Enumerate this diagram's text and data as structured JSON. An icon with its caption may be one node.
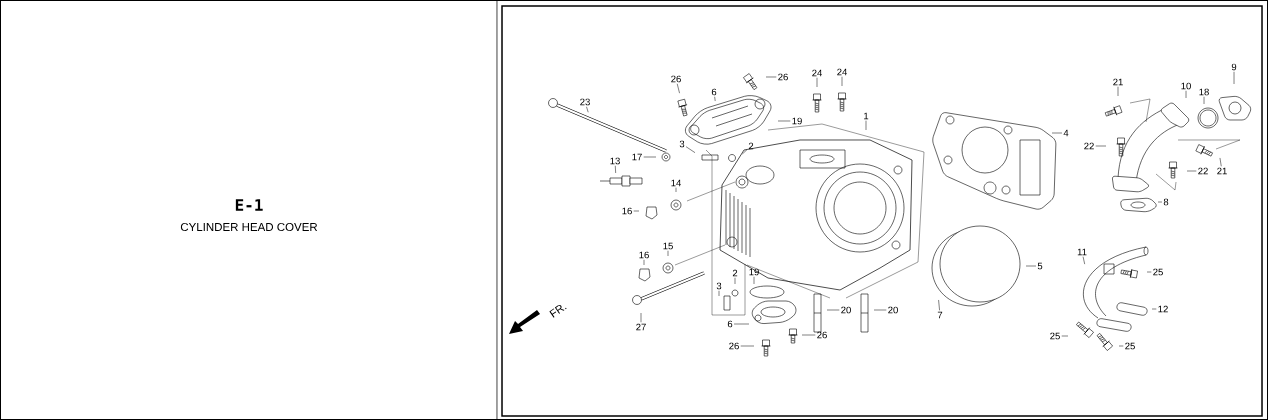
{
  "diagram": {
    "title": "E-1",
    "caption": "CYLINDER HEAD COVER",
    "nodes": [
      {
        "text": [
          "23"
        ]
      },
      {
        "text": [
          "26"
        ]
      },
      {
        "text": [
          "6"
        ]
      },
      {
        "text": [
          "26"
        ]
      },
      {
        "text": [
          "24"
        ]
      },
      {
        "text": [
          "24"
        ]
      },
      {
        "text": [
          "19"
        ]
      },
      {
        "text": [
          "1"
        ]
      },
      {
        "text": [
          "4"
        ]
      },
      {
        "text": [
          "21"
        ]
      },
      {
        "text": [
          "10"
        ]
      },
      {
        "text": [
          "18"
        ]
      },
      {
        "text": [
          "9"
        ]
      },
      {
        "text": [
          "22"
        ]
      },
      {
        "text": [
          "21"
        ]
      },
      {
        "text": [
          "22"
        ]
      },
      {
        "text": [
          "8"
        ]
      },
      {
        "text": [
          "17"
        ]
      },
      {
        "text": [
          "3"
        ]
      },
      {
        "text": [
          "2"
        ]
      },
      {
        "text": [
          "13"
        ]
      },
      {
        "text": [
          "14"
        ]
      },
      {
        "text": [
          "16"
        ]
      },
      {
        "text": [
          "15"
        ]
      },
      {
        "text": [
          "16"
        ]
      },
      {
        "text": [
          "2"
        ]
      },
      {
        "text": [
          "19"
        ]
      },
      {
        "text": [
          "3"
        ]
      },
      {
        "text": [
          "6"
        ]
      },
      {
        "text": [
          "26"
        ]
      },
      {
        "text": [
          "26"
        ]
      },
      {
        "text": [
          "20"
        ]
      },
      {
        "text": [
          "20"
        ]
      },
      {
        "text": [
          "5"
        ]
      },
      {
        "text": [
          "7"
        ]
      },
      {
        "text": [
          "27"
        ]
      },
      {
        "text": [
          "11"
        ]
      },
      {
        "text": [
          "25"
        ]
      },
      {
        "text": [
          "12"
        ]
      },
      {
        "text": [
          "25"
        ]
      },
      {
        "text": [
          "25"
        ]
      }
    ],
    "edges": [
      {
        "from": 0,
        "to": null,
        "arrow": "none"
      },
      {
        "from": 1,
        "to": null,
        "arrow": "none"
      },
      {
        "from": 2,
        "to": null,
        "arrow": "none"
      },
      {
        "from": 3,
        "to": null,
        "arrow": "none"
      },
      {
        "from": 4,
        "to": null,
        "arrow": "none"
      },
      {
        "from": 5,
        "to": null,
        "arrow": "none"
      },
      {
        "from": 6,
        "to": null,
        "arrow": "none"
      },
      {
        "from": 7,
        "to": null,
        "arrow": "none"
      },
      {
        "from": 8,
        "to": null,
        "arrow": "none"
      },
      {
        "from": 9,
        "to": null,
        "arrow": "none"
      },
      {
        "from": 10,
        "to": null,
        "arrow": "none"
      },
      {
        "from": 11,
        "to": null,
        "arrow": "none"
      },
      {
        "from": 12,
        "to": null,
        "arrow": "none"
      },
      {
        "from": 13,
        "to": null,
        "arrow": "none"
      },
      {
        "from": 14,
        "to": null,
        "arrow": "none"
      },
      {
        "from": 15,
        "to": null,
        "arrow": "none"
      },
      {
        "from": 16,
        "to": null,
        "arrow": "none"
      },
      {
        "from": 17,
        "to": null,
        "arrow": "none"
      },
      {
        "from": 18,
        "to": null,
        "arrow": "none"
      },
      {
        "from": 19,
        "to": null,
        "arrow": "none"
      },
      {
        "from": 20,
        "to": null,
        "arrow": "none"
      },
      {
        "from": 21,
        "to": null,
        "arrow": "none"
      },
      {
        "from": 22,
        "to": null,
        "arrow": "none"
      },
      {
        "from": 23,
        "to": null,
        "arrow": "none"
      },
      {
        "from": 24,
        "to": null,
        "arrow": "none"
      },
      {
        "from": 25,
        "to": null,
        "arrow": "none"
      },
      {
        "from": 26,
        "to": null,
        "arrow": "none"
      },
      {
        "from": 27,
        "to": null,
        "arrow": "none"
      },
      {
        "from": 28,
        "to": null,
        "arrow": "none"
      },
      {
        "from": 29,
        "to": null,
        "arrow": "none"
      },
      {
        "from": 30,
        "to": null,
        "arrow": "none"
      },
      {
        "from": 31,
        "to": null,
        "arrow": "none"
      },
      {
        "from": 32,
        "to": null,
        "arrow": "none"
      },
      {
        "from": 33,
        "to": null,
        "arrow": "none"
      },
      {
        "from": 34,
        "to": null,
        "arrow": "none"
      },
      {
        "from": 35,
        "to": null,
        "arrow": "none"
      },
      {
        "from": 36,
        "to": null,
        "arrow": "none"
      },
      {
        "from": 37,
        "to": null,
        "arrow": "none"
      },
      {
        "from": 38,
        "to": null,
        "arrow": "none"
      },
      {
        "from": 39,
        "to": null,
        "arrow": "none"
      },
      {
        "from": 40,
        "to": null,
        "arrow": "none"
      }
    ],
    "labels": [
      "FR."
    ]
  }
}
